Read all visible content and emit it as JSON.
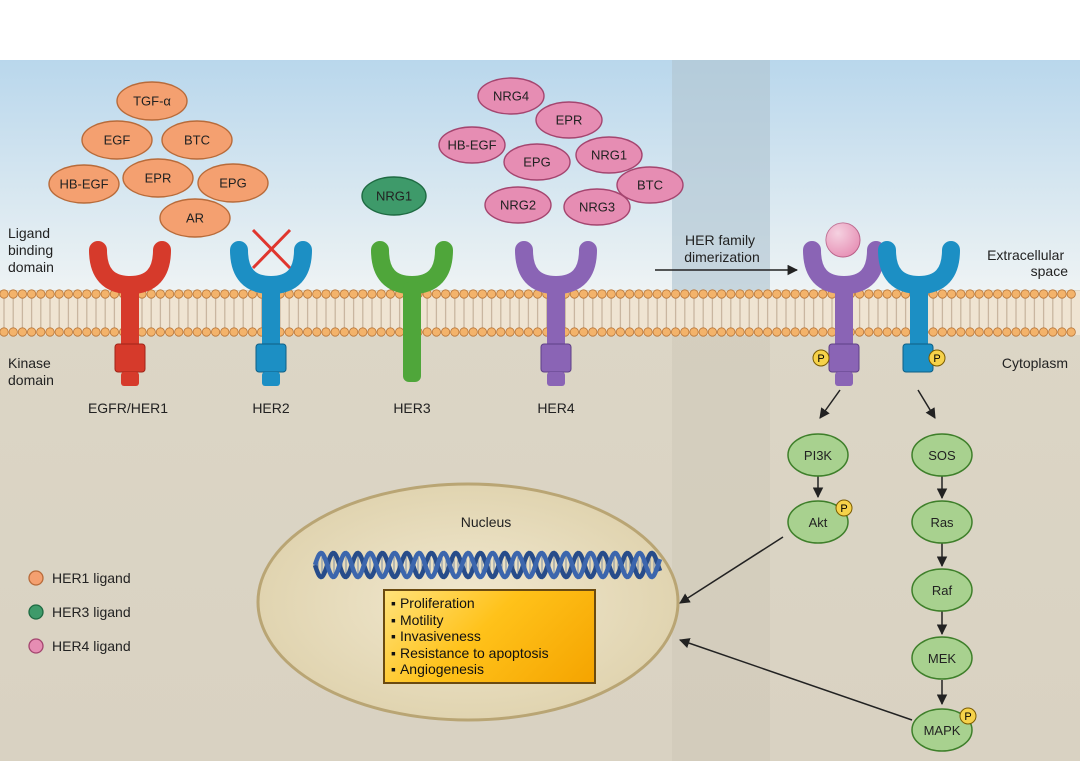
{
  "receptors": {
    "egfr": {
      "name": "EGFR/HER1",
      "color": "#d63a2b"
    },
    "her2": {
      "name": "HER2",
      "color": "#1c8fc4"
    },
    "her3": {
      "name": "HER3",
      "color": "#4fa63a"
    },
    "her4": {
      "name": "HER4",
      "color": "#8a64b5"
    }
  },
  "ligand_colors": {
    "her1": "#f4a070",
    "her3": "#3e9a6a",
    "her4": "#e68db3"
  },
  "her1_ligands": [
    "TGF-α",
    "EGF",
    "BTC",
    "HB-EGF",
    "EPR",
    "EPG",
    "AR"
  ],
  "her3_ligands": [
    "NRG1"
  ],
  "her4_ligands": [
    "NRG4",
    "EPR",
    "HB-EGF",
    "EPG",
    "NRG1",
    "BTC",
    "NRG2",
    "NRG3"
  ],
  "labels": {
    "ligand_binding_domain": [
      "Ligand",
      "binding",
      "domain"
    ],
    "kinase_domain": [
      "Kinase",
      "domain"
    ],
    "dimerization": [
      "HER family",
      "dimerization"
    ],
    "extracellular": [
      "Extracellular",
      "space"
    ],
    "cytoplasm": "Cytoplasm",
    "nucleus": "Nucleus",
    "phospho": "P"
  },
  "pathway_pi3k": [
    "PI3K",
    "Akt"
  ],
  "pathway_mapk": [
    "SOS",
    "Ras",
    "Raf",
    "MEK",
    "MAPK"
  ],
  "outcomes": [
    "Proliferation",
    "Motility",
    "Invasiveness",
    "Resistance to apoptosis",
    "Angiogenesis"
  ],
  "legend": [
    "HER1 ligand",
    "HER3 ligand",
    "HER4 ligand"
  ]
}
